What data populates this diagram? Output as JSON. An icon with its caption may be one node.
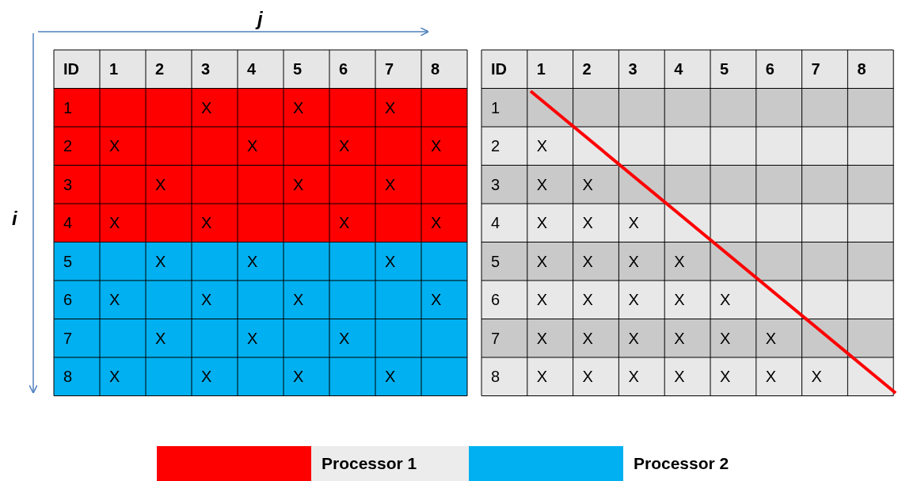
{
  "diagram": {
    "labels": [
      "j",
      "i",
      "ID",
      "1",
      "2",
      "3",
      "4",
      "5",
      "6",
      "7",
      "8",
      "1",
      "X",
      "X",
      "X",
      "2",
      "X",
      "X",
      "X",
      "X",
      "3",
      "X",
      "X",
      "X",
      "4",
      "X",
      "X",
      "X",
      "X",
      "5",
      "X",
      "X",
      "X",
      "6",
      "X",
      "X",
      "X",
      "X",
      "7",
      "X",
      "X",
      "X",
      "8",
      "X",
      "X",
      "X",
      "X",
      "ID",
      "1",
      "2",
      "3",
      "4",
      "5",
      "6",
      "7",
      "8",
      "1",
      "2",
      "X",
      "3",
      "X",
      "X",
      "4",
      "X",
      "X",
      "X",
      "5",
      "X",
      "X",
      "X",
      "X",
      "6",
      "X",
      "X",
      "X",
      "X",
      "X",
      "7",
      "X",
      "X",
      "X",
      "X",
      "X",
      "X",
      "8",
      "X",
      "X",
      "X",
      "X",
      "X",
      "X",
      "X"
    ],
    "legend": [
      {
        "text": "Processor 1",
        "color": "#ff0000"
      },
      {
        "text": "Processor 2",
        "color": "#00b0f0"
      }
    ]
  }
}
